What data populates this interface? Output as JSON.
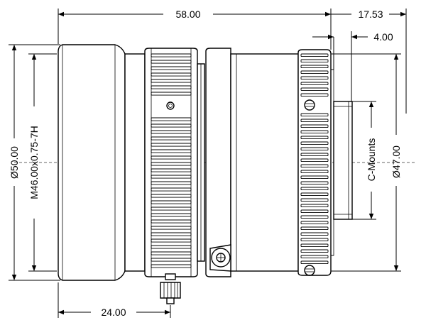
{
  "dimensions": {
    "overall_length": "58.00",
    "back_length": "17.53",
    "flange_offset": "4.00",
    "outer_diameter": "Ø50.00",
    "filter_thread": "M46.00x0.75-7H",
    "mount_label": "C-Mounts",
    "mount_diameter": "Ø47.00",
    "screw_position": "24.00"
  }
}
